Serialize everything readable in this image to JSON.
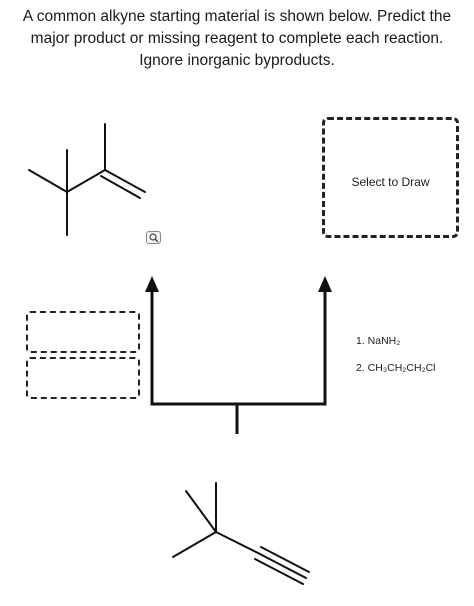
{
  "question": {
    "lines": [
      "A common alkyne starting material is shown below. Predict the",
      "major product or missing reagent to complete each reaction.",
      "Ignore inorganic byproducts."
    ]
  },
  "draw_box": {
    "label": "Select to Draw"
  },
  "reagents": {
    "step1": "1. NaNH₂",
    "step2": "2. CH₃CH₂CH₂Cl"
  },
  "reagent_slots": {
    "count": 2
  },
  "icons": {
    "zoom": "magnifier-icon"
  },
  "colors": {
    "line": "#111111",
    "dash": "#222222"
  }
}
